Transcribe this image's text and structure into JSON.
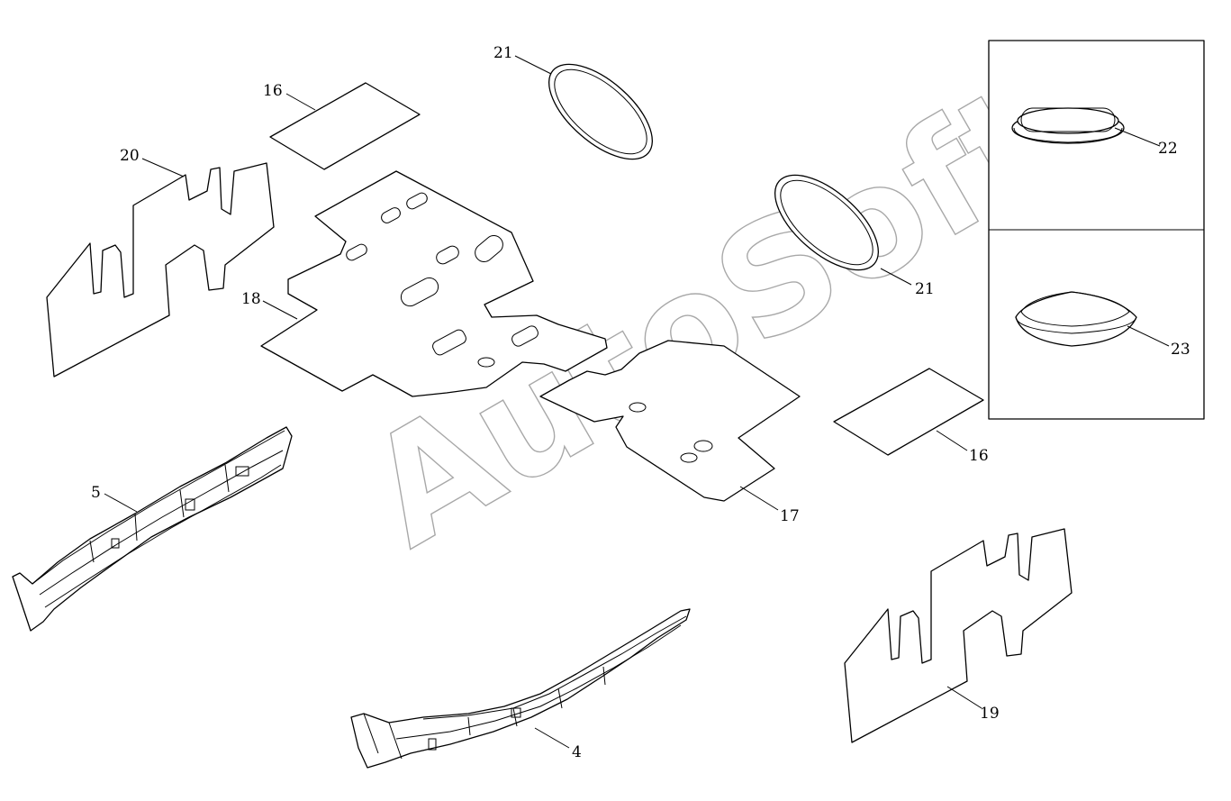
{
  "watermark": {
    "text": "AutoSoft"
  },
  "callouts": {
    "c4": "4",
    "c5": "5",
    "c16a": "16",
    "c16b": "16",
    "c17": "17",
    "c18": "18",
    "c19": "19",
    "c20": "20",
    "c21a": "21",
    "c21b": "21",
    "c22": "22",
    "c23": "23"
  },
  "colors": {
    "line": "#000000",
    "watermark": "#a8a8a8",
    "background": "#ffffff"
  }
}
